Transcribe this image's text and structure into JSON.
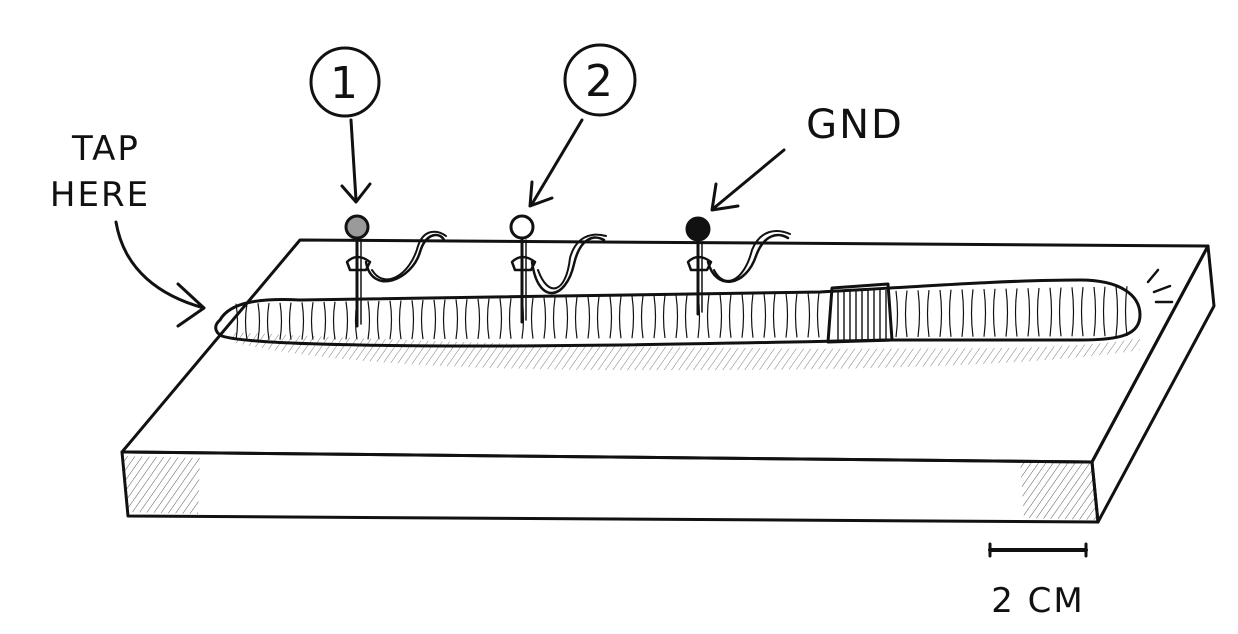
{
  "labels": {
    "tap_line1": "TAP",
    "tap_line2": "HERE",
    "electrode1": "1",
    "electrode2": "2",
    "ground": "GND",
    "scale": "2 CM"
  },
  "colors": {
    "ink": "#111111",
    "paper": "#ffffff",
    "pin1_head": "#9a9a9a",
    "pin2_head": "#ffffff",
    "gnd_head": "#111111"
  }
}
